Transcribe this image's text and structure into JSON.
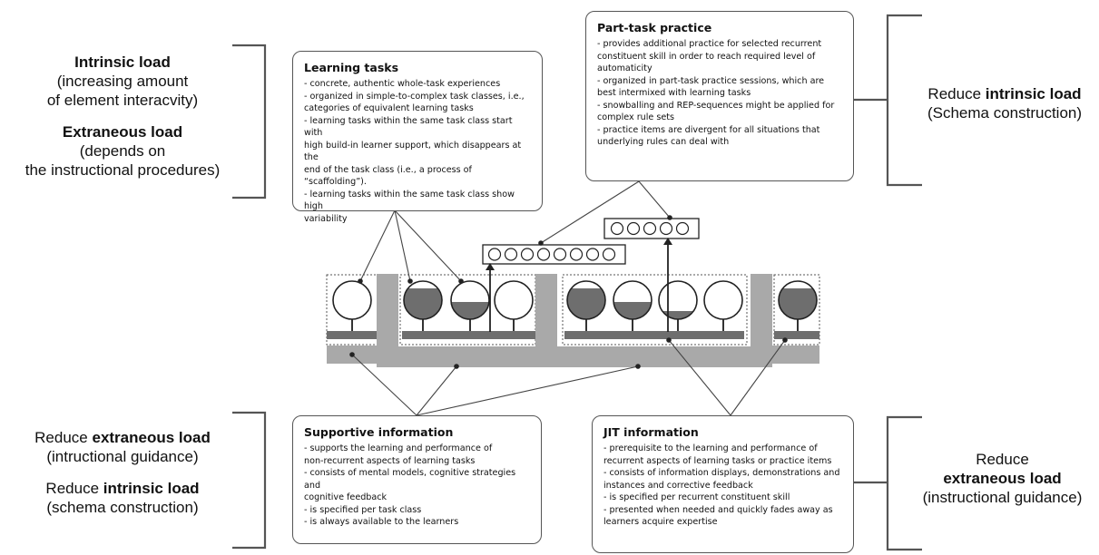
{
  "left_top": {
    "intrinsic_title": "Intrinsic load",
    "intrinsic_line1": "(increasing amount",
    "intrinsic_line2": "of element interacvity)",
    "extraneous_title": "Extraneous load",
    "extraneous_line1": "(depends on",
    "extraneous_line2": "the instructional procedures)"
  },
  "left_bottom": {
    "reduce": "Reduce",
    "extraneous": "extraneous load",
    "guidance": "(intructional guidance)",
    "intrinsic": "intrinsic load",
    "schema": "(schema construction)"
  },
  "right_top": {
    "reduce": "Reduce",
    "intrinsic": "intrinsic load",
    "schema": "(Schema construction)"
  },
  "right_bottom": {
    "reduce": "Reduce",
    "extraneous": "extraneous load",
    "guidance": "(instructional guidance)"
  },
  "learning_tasks": {
    "title": "Learning tasks",
    "items": [
      "- concrete, authentic whole-task experiences",
      "- organized in simple-to-complex task classes, i.e.,",
      "categories of equivalent learning tasks",
      "- learning tasks within the same task class start with",
      "high build-in learner support, which disappears at the",
      "end of the task class (i.e., a process of “scaffolding”).",
      "- learning tasks within the same task class show high",
      "variability"
    ]
  },
  "part_task": {
    "title": "Part-task practice",
    "items": [
      "- provides additional practice for selected recurrent",
      "constituent skill in order to reach required level of",
      "automaticity",
      "- organized in part-task practice sessions, which are",
      "best intermixed with learning tasks",
      "- snowballing and REP-sequences might be applied for",
      "complex rule sets",
      "- practice items are divergent for all situations that",
      "underlying rules can deal with"
    ]
  },
  "supportive": {
    "title": "Supportive information",
    "items": [
      "- supports the learning and performance of",
      "non-recurrent aspects of learning tasks",
      "- consists of mental models, cognitive strategies and",
      "cognitive feedback",
      "- is specified per task class",
      "- is always available to the learners"
    ]
  },
  "jit": {
    "title": "JIT information",
    "items": [
      "- prerequisite to the learning and performance of",
      "recurrent aspects of learning tasks or practice items",
      "- consists of information displays, demonstrations and",
      "instances and corrective feedback",
      "- is specified per recurrent constituent skill",
      "- presented when needed and quickly fades away as",
      "learners acquire expertise"
    ]
  },
  "colors": {
    "gray": "#a9a9a9",
    "dark": "#707070",
    "stroke": "#222222",
    "frame": "#555555"
  }
}
